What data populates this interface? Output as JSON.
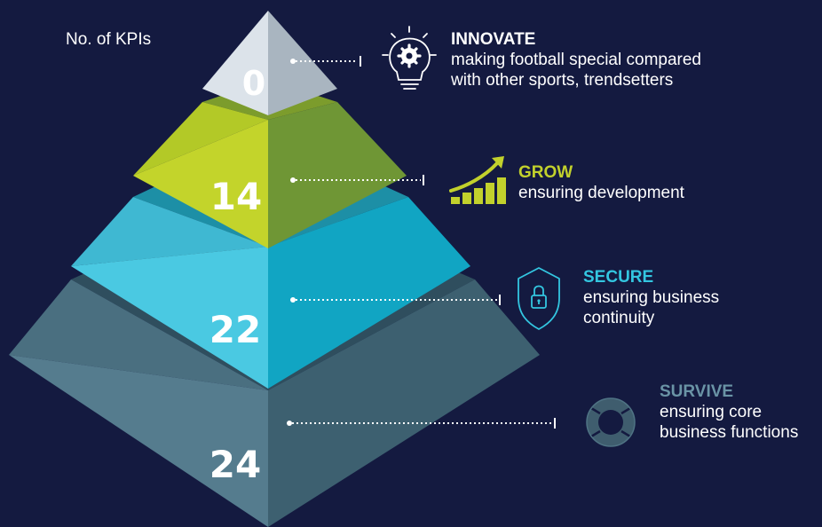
{
  "header": {
    "kpi_label": "No. of KPIs"
  },
  "colors": {
    "background": "#141a40",
    "innovate_accent": "#c2ccd6",
    "grow_accent": "#c2d12c",
    "secure_accent": "#33c6e0",
    "survive_accent": "#5c8293"
  },
  "tiers": [
    {
      "key": "innovate",
      "kpi_count": "0",
      "title": "INNOVATE",
      "description_lines": [
        "making football special compared",
        "with other sports, trendsetters"
      ],
      "icon": "lightbulb-gear-icon",
      "title_color": "#ffffff"
    },
    {
      "key": "grow",
      "kpi_count": "14",
      "title": "GROW",
      "description_lines": [
        "ensuring development"
      ],
      "icon": "growth-chart-icon",
      "title_color": "#c2d12c"
    },
    {
      "key": "secure",
      "kpi_count": "22",
      "title": "SECURE",
      "description_lines": [
        "ensuring business",
        "continuity"
      ],
      "icon": "shield-lock-icon",
      "title_color": "#33c6e0"
    },
    {
      "key": "survive",
      "kpi_count": "24",
      "title": "SURVIVE",
      "description_lines": [
        "ensuring core",
        "business functions"
      ],
      "icon": "lifebuoy-icon",
      "title_color": "#6a94a6"
    }
  ]
}
